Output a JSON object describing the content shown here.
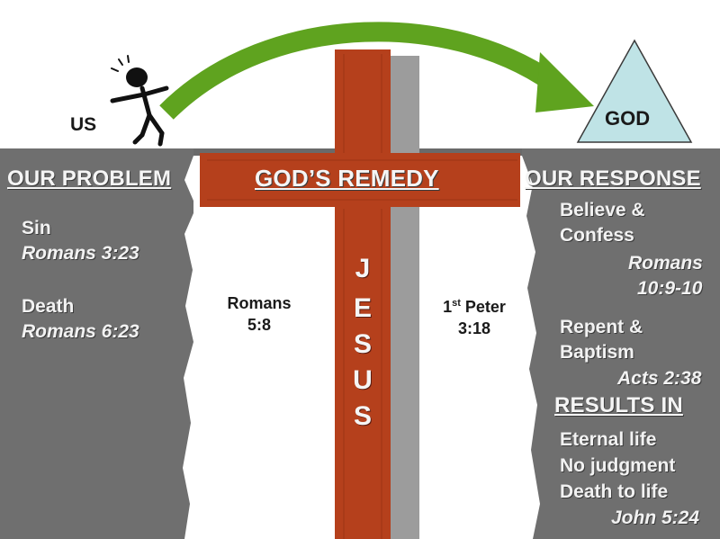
{
  "us_label": "US",
  "god_label": "GOD",
  "left": {
    "heading": "OUR PROBLEM",
    "items": [
      {
        "label": "Sin",
        "ref": "Romans 3:23"
      },
      {
        "label": "Death",
        "ref": "Romans 6:23"
      }
    ]
  },
  "center": {
    "heading": "GOD’S REMEDY",
    "jesus_letters": [
      "J",
      "E",
      "S",
      "U",
      "S"
    ],
    "ref_left": {
      "line1": "Romans",
      "line2": "5:8"
    },
    "ref_right": {
      "num": "1",
      "sup": "st",
      "word": " Peter",
      "line2": "3:18"
    }
  },
  "right": {
    "heading": "OUR RESPONSE",
    "believe": {
      "line1": "Believe &",
      "line2": "Confess",
      "ref1": "Romans",
      "ref2": "10:9-10"
    },
    "repent": {
      "line1": "Repent &",
      "line2": "Baptism",
      "ref": "Acts 2:38"
    },
    "results_heading": "RESULTS IN",
    "results": [
      "Eternal life",
      "No judgment",
      "Death to life"
    ],
    "results_ref": "John 5:24"
  },
  "colors": {
    "cross": "#b5401c",
    "cliff": "#6f6f6f",
    "arrow": "#5fa31f",
    "triangle": "#bfe3e6"
  }
}
